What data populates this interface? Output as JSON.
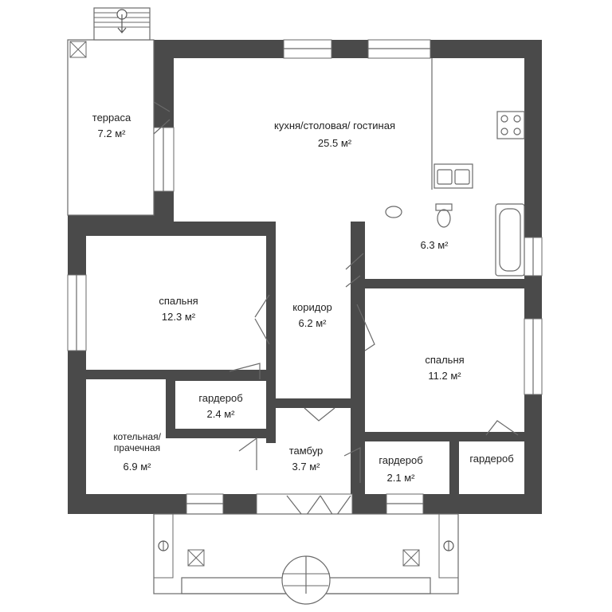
{
  "watermark": "etagi",
  "rooms": {
    "terrace": {
      "name": "терраса",
      "area": "7.2 м²"
    },
    "kitchen": {
      "name": "кухня/столовая/ гостиная",
      "area": "25.5 м²"
    },
    "bathroom": {
      "area": "6.3 м²"
    },
    "bedroom_left": {
      "name": "спальня",
      "area": "12.3 м²"
    },
    "corridor": {
      "name": "коридор",
      "area": "6.2 м²"
    },
    "bedroom_right": {
      "name": "спальня",
      "area": "11.2 м²"
    },
    "wardrobe_1": {
      "name": "гардероб",
      "area": "2.4 м²"
    },
    "boiler": {
      "name_line1": "котельная/",
      "name_line2": "прачечная",
      "area": "6.9 м²"
    },
    "vestibule": {
      "name": "тамбур",
      "area": "3.7 м²"
    },
    "wardrobe_2": {
      "name": "гардероб",
      "area": "2.1 м²"
    },
    "wardrobe_3": {
      "name": "гардероб"
    }
  }
}
